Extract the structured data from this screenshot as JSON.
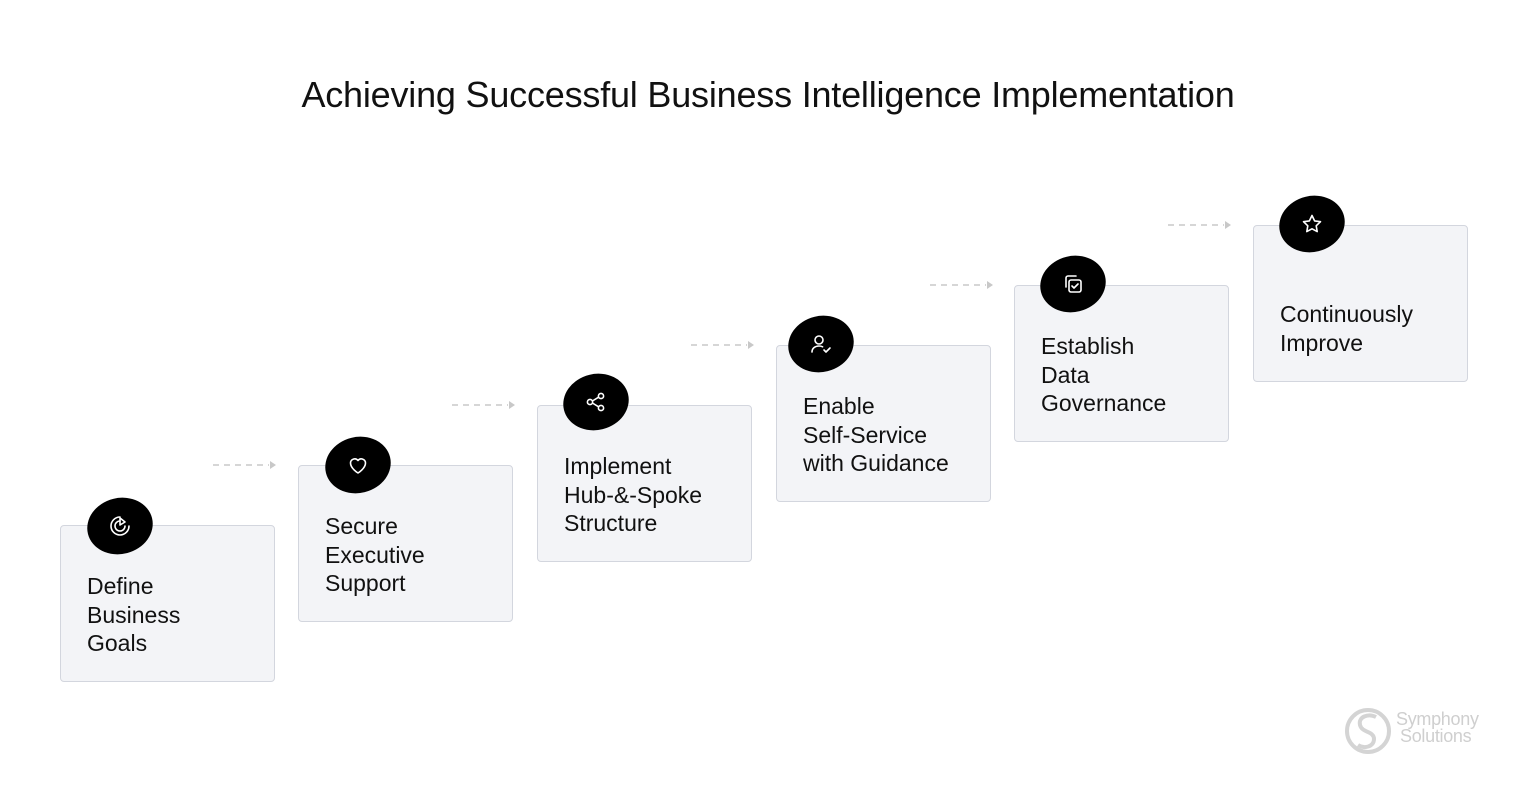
{
  "title": "Achieving Successful Business Intelligence Implementation",
  "steps": [
    {
      "label": "Define\nBusiness\nGoals",
      "icon": "target-play-icon"
    },
    {
      "label": "Secure\nExecutive\nSupport",
      "icon": "heart-icon"
    },
    {
      "label": "Implement\nHub-&-Spoke\nStructure",
      "icon": "share-nodes-icon"
    },
    {
      "label": "Enable\nSelf-Service\nwith Guidance",
      "icon": "user-check-icon"
    },
    {
      "label": "Establish\nData\nGovernance",
      "icon": "copy-check-icon"
    },
    {
      "label": "Continuously\nImprove",
      "icon": "star-icon"
    }
  ],
  "logo": {
    "line1": "Symphony",
    "line2": "Solutions"
  },
  "colors": {
    "card_bg": "#f3f4f7",
    "card_border": "#d3d6de",
    "badge": "#000000",
    "arrow": "#c8c8c8"
  }
}
